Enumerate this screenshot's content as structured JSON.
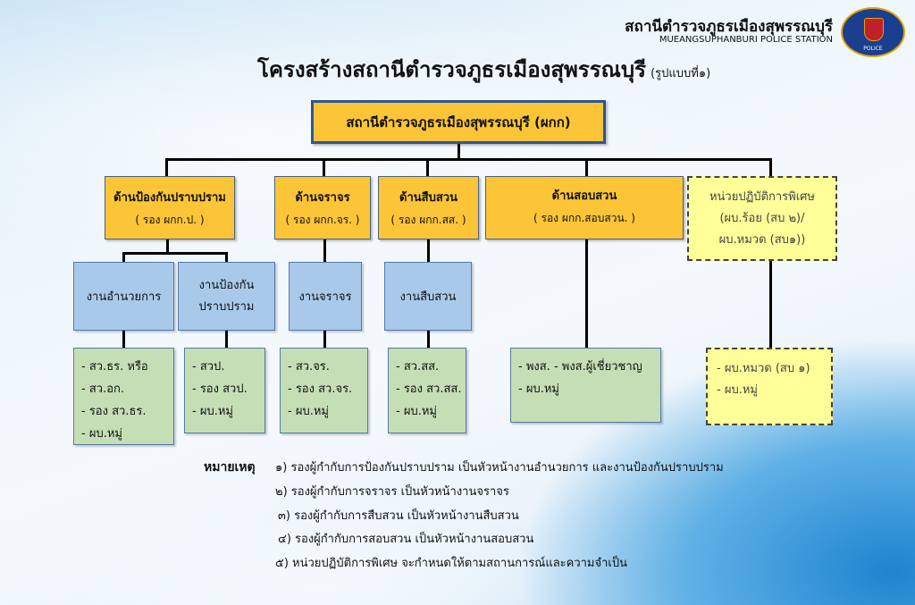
{
  "header": {
    "station_th": "สถานีตำรวจภูธรเมืองสุพรรณบุรี",
    "station_en": "MUEANGSUPHANBURI POLICE STATION",
    "emblem_label": "POLICE"
  },
  "title": {
    "main": "โครงสร้างสถานีตำรวจภูธรเมืองสุพรรณบุรี",
    "variant": "(รูปแบบที่๑)"
  },
  "top": "สถานีตำรวจภูธรเมืองสุพรรณบุรี (ผกก)",
  "divisions": [
    {
      "name": "ด้านป้องกันปราบปราม",
      "head": "( รอง ผกก.ป. )"
    },
    {
      "name": "ด้านจราจร",
      "head": "( รอง ผกก.จร. )"
    },
    {
      "name": "ด้านสืบสวน",
      "head": "( รอง ผกก.สส. )"
    },
    {
      "name": "ด้านสอบสวน",
      "head": "( รอง ผกก.สอบสวน. )"
    },
    {
      "name": "หน่วยปฏิบัติการพิเศษ",
      "l2": "(ผบ.ร้อย (สบ ๒)/",
      "l3": "ผบ.หมวด (สบ๑))"
    }
  ],
  "units": [
    "งานอำนวยการ",
    "งานป้องกันปราบปราม",
    "งานจราจร",
    "งานสืบสวน"
  ],
  "staff": [
    [
      "- สว.ธร. หรือ",
      "- สว.อก.",
      "- รอง สว.ธร.",
      "- ผบ.หมู่"
    ],
    [
      "- สวป.",
      "- รอง สวป.",
      "- ผบ.หมู่"
    ],
    [
      "- สว.จร.",
      "- รอง สว.จร.",
      "- ผบ.หมู่"
    ],
    [
      "- สว.สส.",
      "- รอง สว.สส.",
      "- ผบ.หมู่"
    ],
    [
      "- พงส. - พงส.ผู้เชี่ยวชาญ",
      "- ผบ.หมู่"
    ],
    [
      "- ผบ.หมวด (สบ ๑)",
      "- ผบ.หมู่"
    ]
  ],
  "legend": {
    "label": "หมายเหตุ",
    "items": [
      "๑) รองผู้กำกับการป้องกันปราบปราม เป็นหัวหน้างานอำนวยการ และงานป้องกันปราบปราม",
      "๒) รองผู้กำกับการจราจร เป็นหัวหน้างานจราจร",
      "๓) รองผู้กำกับการสืบสวน เป็นหัวหน้างานสืบสวน",
      "๔) รองผู้กำกับการสอบสวน เป็นหัวหน้างานสอบสวน",
      "๕) หน่วยปฏิบัติการพิเศษ จะกำหนดให้ตามสถานการณ์และความจำเป็น"
    ]
  },
  "colors": {
    "gold": "#fcc537",
    "blue": "#a9c9ea",
    "green": "#c6deb5",
    "yellow": "#ffff99",
    "border": "#2f5597"
  }
}
